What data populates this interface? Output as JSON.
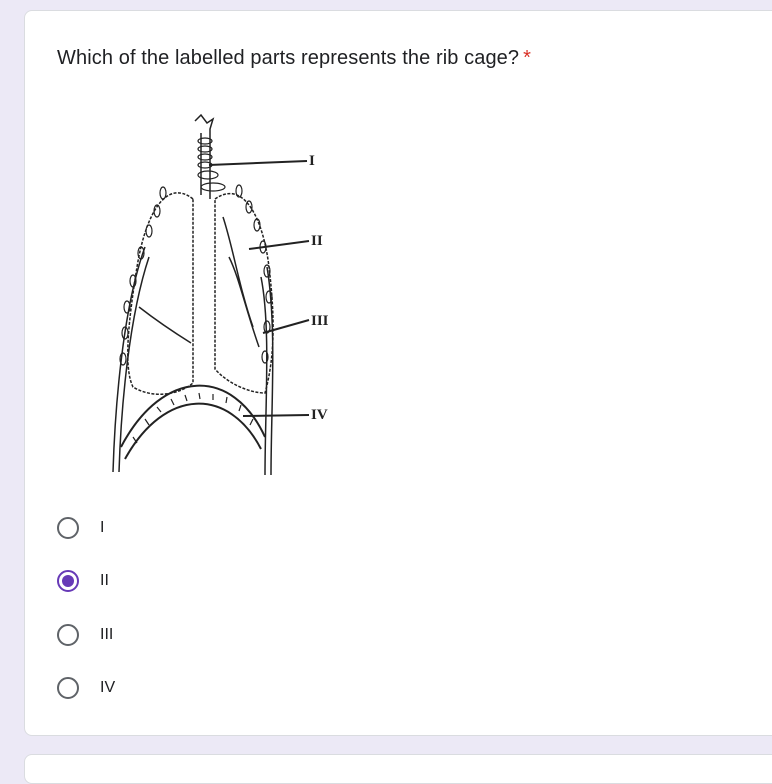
{
  "question": {
    "text": "Which of the labelled parts represents the rib cage?",
    "required_marker": "*"
  },
  "figure": {
    "labels": [
      "I",
      "II",
      "III",
      "IV"
    ]
  },
  "options": [
    {
      "label": "I",
      "selected": false
    },
    {
      "label": "II",
      "selected": true
    },
    {
      "label": "III",
      "selected": false
    },
    {
      "label": "IV",
      "selected": false
    }
  ],
  "colors": {
    "accent": "#673ab7",
    "required": "#d93025",
    "page_background": "#ece9f6"
  }
}
